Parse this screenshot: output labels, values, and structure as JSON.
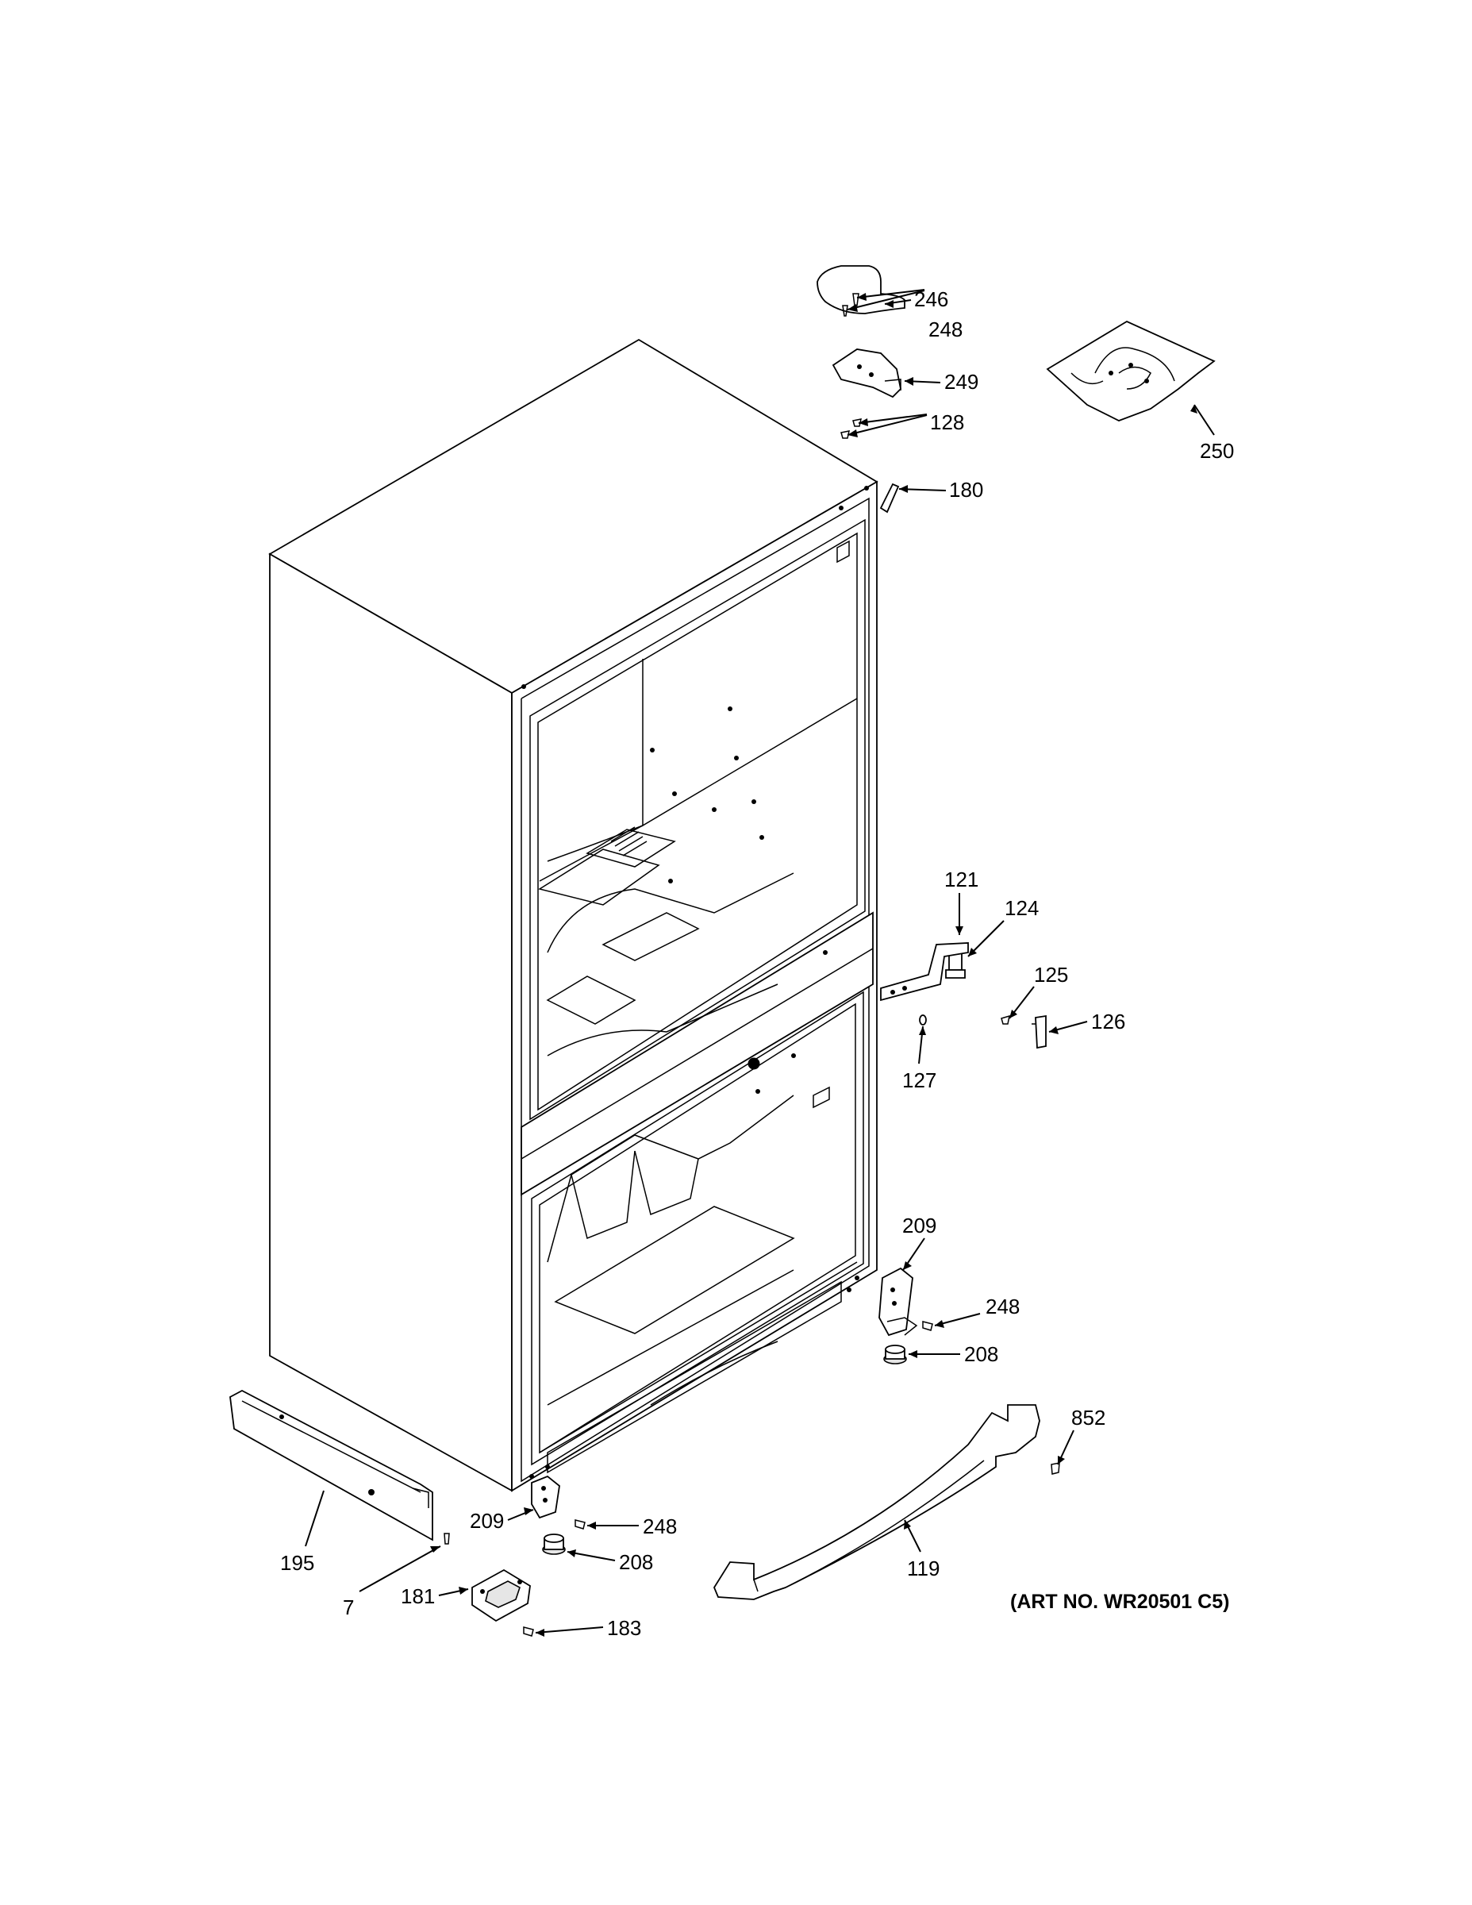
{
  "diagram": {
    "art_number": "(ART NO. WR20501 C5)",
    "callouts": [
      {
        "id": "c246",
        "label": "246"
      },
      {
        "id": "c248a",
        "label": "248"
      },
      {
        "id": "c249",
        "label": "249"
      },
      {
        "id": "c128",
        "label": "128"
      },
      {
        "id": "c180",
        "label": "180"
      },
      {
        "id": "c250",
        "label": "250"
      },
      {
        "id": "c121",
        "label": "121"
      },
      {
        "id": "c124",
        "label": "124"
      },
      {
        "id": "c125",
        "label": "125"
      },
      {
        "id": "c126",
        "label": "126"
      },
      {
        "id": "c127",
        "label": "127"
      },
      {
        "id": "c209a",
        "label": "209"
      },
      {
        "id": "c248b",
        "label": "248"
      },
      {
        "id": "c208a",
        "label": "208"
      },
      {
        "id": "c852",
        "label": "852"
      },
      {
        "id": "c119",
        "label": "119"
      },
      {
        "id": "c195",
        "label": "195"
      },
      {
        "id": "c7",
        "label": "7"
      },
      {
        "id": "c209b",
        "label": "209"
      },
      {
        "id": "c248c",
        "label": "248"
      },
      {
        "id": "c208b",
        "label": "208"
      },
      {
        "id": "c181",
        "label": "181"
      },
      {
        "id": "c183",
        "label": "183"
      }
    ]
  }
}
